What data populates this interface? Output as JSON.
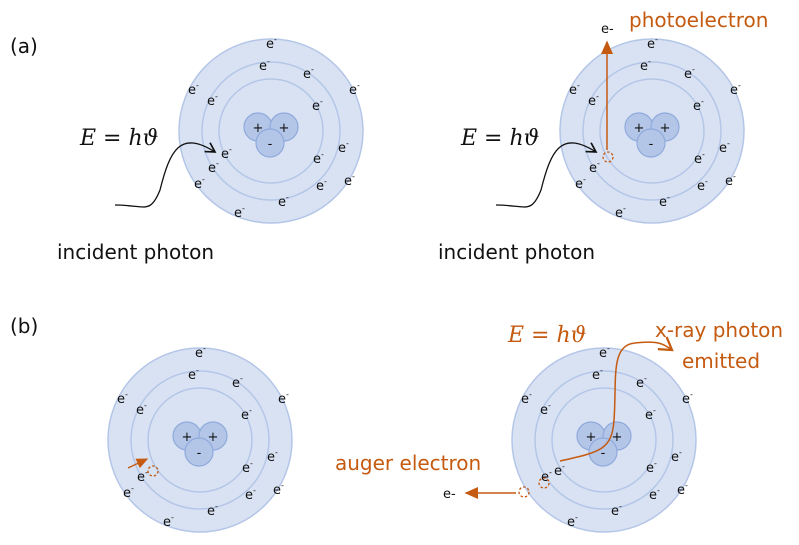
{
  "panel_a": {
    "label": "(a)",
    "left": {
      "equation": "E = hϑ",
      "caption": "incident photon"
    },
    "right": {
      "equation": "E = hϑ",
      "caption": "incident photon",
      "ejected_label": "photoelectron",
      "ejected_symbol": "e-"
    }
  },
  "panel_b": {
    "label": "(b)",
    "right": {
      "equation": "E = hϑ",
      "xray_label_line1": "x-ray photon",
      "xray_label_line2": "emitted",
      "auger_label": "auger electron",
      "auger_symbol": "e-"
    }
  },
  "atom": {
    "electron_symbol": "e",
    "electron_charge": "-",
    "proton_symbol": "+",
    "neutron_symbol": "-"
  },
  "colors": {
    "accent": "#c55a11",
    "outer_shell": "#d9e2f3",
    "shell_line": "#b4c6e7",
    "nucleus": "#b4c6e7",
    "nucleus_stroke": "#8faadc"
  }
}
